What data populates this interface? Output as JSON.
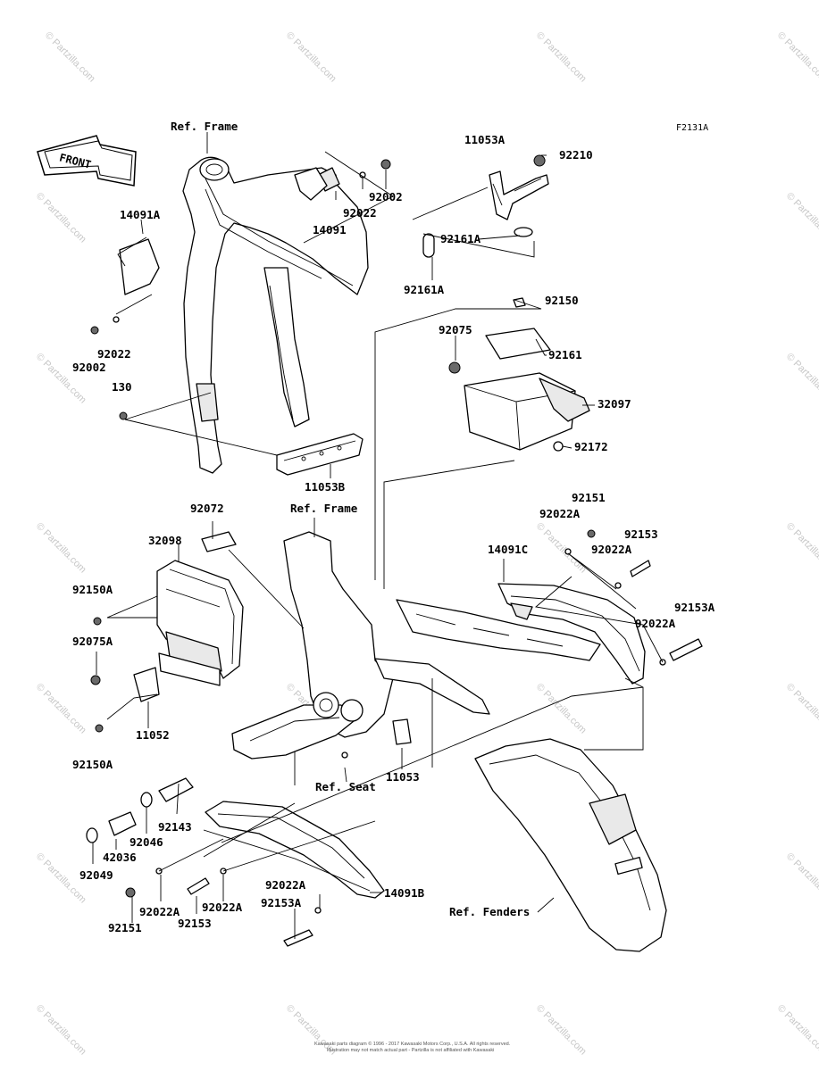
{
  "diagram": {
    "code": "F2131A",
    "front_tag": "FRONT",
    "references": {
      "frame_top": "Ref. Frame",
      "frame_mid": "Ref. Frame",
      "seat": "Ref. Seat",
      "fenders": "Ref. Fenders"
    },
    "parts": {
      "p11053A": "11053A",
      "p92210": "92210",
      "p14091A": "14091A",
      "p92022_top": "92022",
      "p92002_top": "92002",
      "p14091": "14091",
      "p92161A_r": "92161A",
      "p92161A_l": "92161A",
      "p92022_left": "92022",
      "p92002_left": "92002",
      "p92150": "92150",
      "p92075": "92075",
      "p92161": "92161",
      "p130": "130",
      "p32097": "32097",
      "p92172": "92172",
      "p11053B": "11053B",
      "p92151_r": "92151",
      "p92072": "92072",
      "p92022A_r1": "92022A",
      "p92153_r": "92153",
      "p32098": "32098",
      "p14091C": "14091C",
      "p92022A_r2": "92022A",
      "p92150A_a": "92150A",
      "p92153A_r": "92153A",
      "p92075A": "92075A",
      "p92022A_r3": "92022A",
      "p11052": "11052",
      "p92150A_b": "92150A",
      "p11053": "11053",
      "p92143": "92143",
      "p92046": "92046",
      "p42036": "42036",
      "p92049": "92049",
      "p92022A_b1": "92022A",
      "p14091B": "14091B",
      "p92153A_b": "92153A",
      "p92022A_b2": "92022A",
      "p92022A_b3": "92022A",
      "p92151_b": "92151",
      "p92153_b": "92153"
    },
    "watermark": "© Partzilla.com",
    "copyright_line1": "Kawasaki parts diagram © 1996 - 2017 Kawasaki Motors Corp., U.S.A. All rights reserved.",
    "copyright_line2": "Illustration may not match actual part - Partzilla is not affiliated with Kawasaki"
  }
}
